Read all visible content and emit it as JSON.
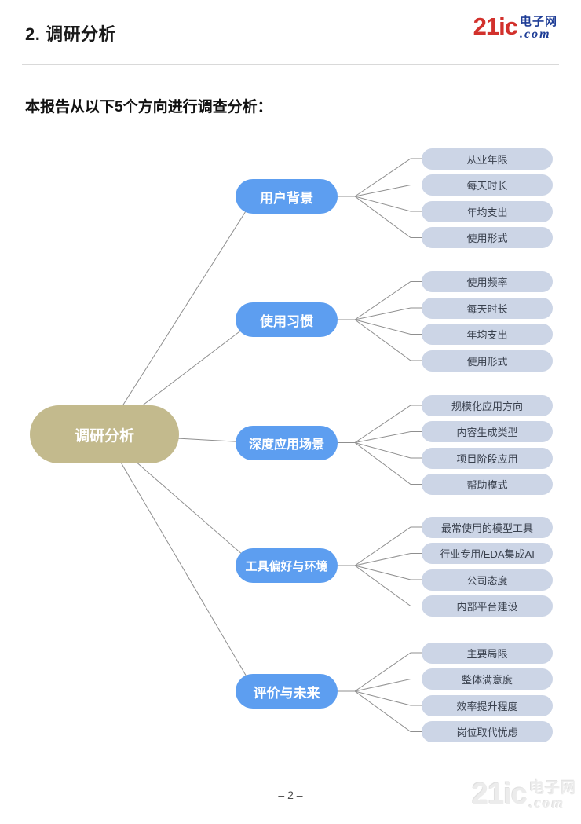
{
  "header": {
    "title": "2. 调研分析"
  },
  "logo": {
    "brand": "21ic",
    "name_top": "电子网",
    "name_bottom": ".com"
  },
  "intro": "本报告从以下5个方向进行调查分析：",
  "mindmap": {
    "central": "调研分析",
    "branches": [
      {
        "label": "用户背景",
        "children": [
          "从业年限",
          "每天时长",
          "年均支出",
          "使用形式"
        ]
      },
      {
        "label": "使用习惯",
        "children": [
          "使用频率",
          "每天时长",
          "年均支出",
          "使用形式"
        ]
      },
      {
        "label": "深度应用场景",
        "children": [
          "规模化应用方向",
          "内容生成类型",
          "项目阶段应用",
          "帮助模式"
        ]
      },
      {
        "label": "工具偏好与环境",
        "children": [
          "最常使用的模型工具",
          "行业专用/EDA集成AI",
          "公司态度",
          "内部平台建设"
        ]
      },
      {
        "label": "评价与未来",
        "children": [
          "主要局限",
          "整体满意度",
          "效率提升程度",
          "岗位取代忧虑"
        ]
      }
    ]
  },
  "footer": {
    "page_number": "– 2 –",
    "watermark_brand": "21ic",
    "watermark_top": "电子网",
    "watermark_bottom": ".com"
  },
  "colors": {
    "central_node": "#c3ba8d",
    "branch_node": "#5d9ef0",
    "child_node": "#ccd5e6",
    "node_text_light": "#ffffff",
    "child_text": "#39404d",
    "connector": "#8f8f8f",
    "logo_red": "#d2312c",
    "logo_navy": "#1e3d96",
    "divider": "#d9d9d9"
  }
}
